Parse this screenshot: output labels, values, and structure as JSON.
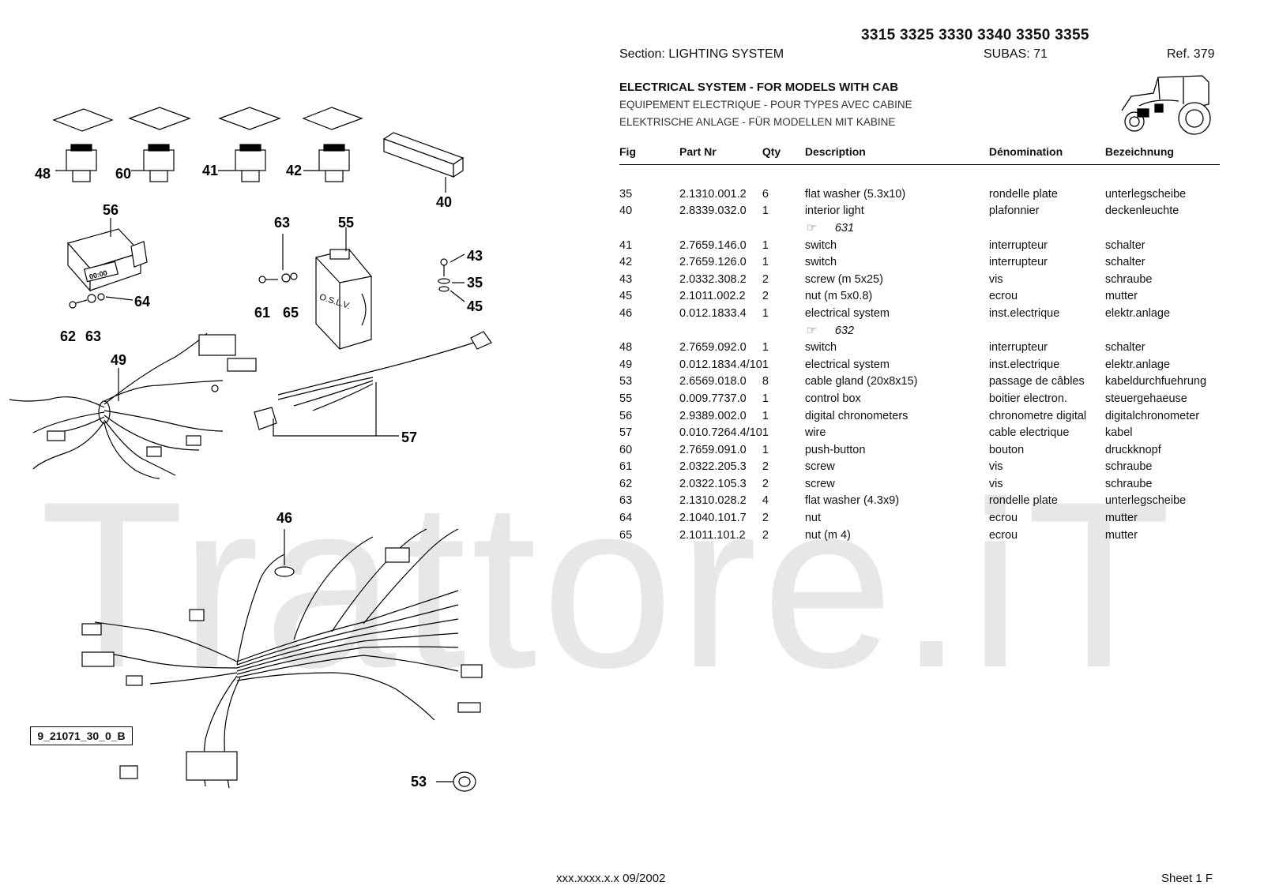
{
  "watermark": "Trattore.iT",
  "header": {
    "models": "3315 3325 3330 3340 3350 3355",
    "section": "Section: LIGHTING  SYSTEM",
    "subas": "SUBAS: 71",
    "ref": "Ref. 379"
  },
  "title": {
    "en": "ELECTRICAL SYSTEM - FOR MODELS WITH CAB",
    "fr": "EQUIPEMENT ELECTRIQUE - POUR TYPES AVEC CABINE",
    "de": "ELEKTRISCHE ANLAGE - FÜR MODELLEN MIT KABINE"
  },
  "columns": {
    "fig": "Fig",
    "part": "Part Nr",
    "qty": "Qty",
    "desc": "Description",
    "den": "Dénomination",
    "bez": "Bezeichnung"
  },
  "rows": [
    {
      "fig": "35",
      "part": "2.1310.001.2",
      "qty": "6",
      "desc": "flat washer (5.3x10)",
      "den": "rondelle plate",
      "bez": "unterlegscheibe"
    },
    {
      "fig": "40",
      "part": "2.8339.032.0",
      "qty": "1",
      "desc": "interior light",
      "den": "plafonnier",
      "bez": "deckenleuchte"
    },
    {
      "note": "631"
    },
    {
      "fig": "41",
      "part": "2.7659.146.0",
      "qty": "1",
      "desc": "switch",
      "den": "interrupteur",
      "bez": "schalter"
    },
    {
      "fig": "42",
      "part": "2.7659.126.0",
      "qty": "1",
      "desc": "switch",
      "den": "interrupteur",
      "bez": "schalter"
    },
    {
      "fig": "43",
      "part": "2.0332.308.2",
      "qty": "2",
      "desc": "screw (m 5x25)",
      "den": "vis",
      "bez": "schraube"
    },
    {
      "fig": "45",
      "part": "2.1011.002.2",
      "qty": "2",
      "desc": "nut (m 5x0.8)",
      "den": "ecrou",
      "bez": "mutter"
    },
    {
      "fig": "46",
      "part": "0.012.1833.4",
      "qty": "1",
      "desc": "electrical system",
      "den": "inst.electrique",
      "bez": "elektr.anlage"
    },
    {
      "note": "632"
    },
    {
      "fig": "48",
      "part": "2.7659.092.0",
      "qty": "1",
      "desc": "switch",
      "den": "interrupteur",
      "bez": "schalter"
    },
    {
      "fig": "49",
      "part": "0.012.1834.4/10",
      "qty": "1",
      "desc": "electrical system",
      "den": "inst.electrique",
      "bez": "elektr.anlage"
    },
    {
      "fig": "53",
      "part": "2.6569.018.0",
      "qty": "8",
      "desc": "cable gland (20x8x15)",
      "den": "passage de câbles",
      "bez": "kabeldurchfuehrung"
    },
    {
      "fig": "55",
      "part": "0.009.7737.0",
      "qty": "1",
      "desc": "control box",
      "den": "boitier electron.",
      "bez": "steuergehaeuse"
    },
    {
      "fig": "56",
      "part": "2.9389.002.0",
      "qty": "1",
      "desc": "digital chronometers",
      "den": "chronometre digital",
      "bez": "digitalchronometer"
    },
    {
      "fig": "57",
      "part": "0.010.7264.4/10",
      "qty": "1",
      "desc": "wire",
      "den": "cable electrique",
      "bez": "kabel"
    },
    {
      "fig": "60",
      "part": "2.7659.091.0",
      "qty": "1",
      "desc": "push-button",
      "den": "bouton",
      "bez": "druckknopf"
    },
    {
      "fig": "61",
      "part": "2.0322.205.3",
      "qty": "2",
      "desc": "screw",
      "den": "vis",
      "bez": "schraube"
    },
    {
      "fig": "62",
      "part": "2.0322.105.3",
      "qty": "2",
      "desc": "screw",
      "den": "vis",
      "bez": "schraube"
    },
    {
      "fig": "63",
      "part": "2.1310.028.2",
      "qty": "4",
      "desc": "flat washer (4.3x9)",
      "den": "rondelle plate",
      "bez": "unterlegscheibe"
    },
    {
      "fig": "64",
      "part": "2.1040.101.7",
      "qty": "2",
      "desc": "nut",
      "den": "ecrou",
      "bez": "mutter"
    },
    {
      "fig": "65",
      "part": "2.1011.101.2",
      "qty": "2",
      "desc": "nut (m 4)",
      "den": "ecrou",
      "bez": "mutter"
    }
  ],
  "diagram": {
    "drawing_ref": "9_21071_30_0_B",
    "callouts": [
      "48",
      "60",
      "41",
      "42",
      "40",
      "56",
      "63",
      "55",
      "43",
      "35",
      "45",
      "61",
      "65",
      "64",
      "62",
      "63",
      "49",
      "57",
      "46",
      "53"
    ],
    "control_box_text": "O.S.L.V.",
    "chrono_display": "00:00"
  },
  "footer": {
    "code": "xxx.xxxx.x.x  09/2002",
    "sheet": "Sheet 1 F"
  }
}
